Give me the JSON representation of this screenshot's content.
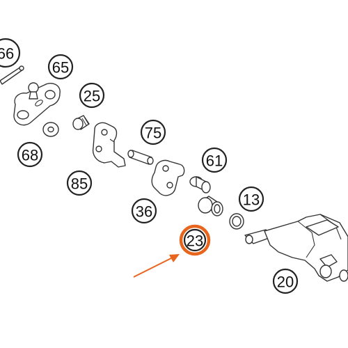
{
  "callouts": {
    "c66": "66",
    "c65": "65",
    "c25": "25",
    "c68": "68",
    "c75": "75",
    "c85": "85",
    "c61": "61",
    "c36": "36",
    "c13": "13",
    "c23": "23",
    "c20": "20"
  },
  "highlight": {
    "part": "23",
    "color": "#e8651e"
  }
}
